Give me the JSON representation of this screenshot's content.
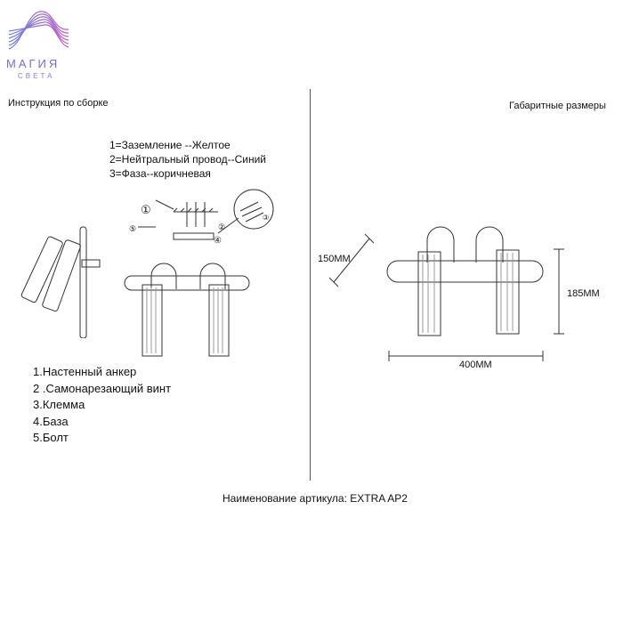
{
  "logo": {
    "line1": "МАГИЯ",
    "line2": "СВЕТА",
    "color": "#7b6bd6"
  },
  "left_title": "Инструкция по сборке",
  "right_title": "Габаритные размеры",
  "wiring": [
    "1=Заземление --Желтое",
    "2=Нейтральный провод--Синий",
    "3=Фаза--коричневая"
  ],
  "callouts": [
    "①",
    "②",
    "③",
    "④",
    "⑤"
  ],
  "parts": [
    "1.Настенный анкер",
    "2 .Самонарезающий винт",
    "3.Клемма",
    "4.База",
    "5.Болт"
  ],
  "dimensions": {
    "depth": "150MM",
    "height": "185MM",
    "width": "400MM"
  },
  "footer": "Наименование артикула: EXTRA AP2"
}
